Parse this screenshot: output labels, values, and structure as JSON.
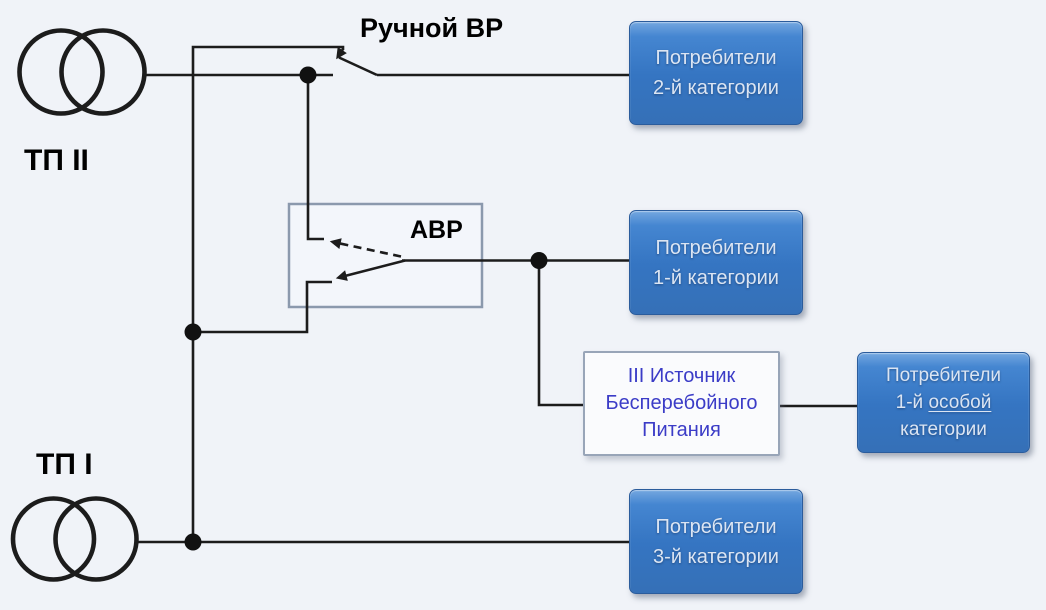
{
  "labels": {
    "tp_2": "ТП II",
    "tp_1": "ТП I",
    "manual_switch": "Ручной ВР",
    "avr": "АВР"
  },
  "boxes": {
    "consumers_cat2": {
      "line1": "Потребители",
      "line2": "2-й категории"
    },
    "consumers_cat1": {
      "line1": "Потребители",
      "line2": "1-й категории"
    },
    "consumers_cat3": {
      "line1": "Потребители",
      "line2": "3-й категории"
    },
    "ups": {
      "line1": "III Источник",
      "line2": "Бесперебойного",
      "line3": "Питания"
    },
    "consumers_cat1_special": {
      "line1": "Потребители",
      "line2_prefix": "1-й ",
      "line2_underlined": "особой",
      "line3": "категории"
    }
  },
  "icons": {
    "transformer_tp2": "transformer-icon",
    "transformer_tp1": "transformer-icon",
    "manual_switch": "knife-switch-icon",
    "avr_standby_path": "dashed-arrow-icon",
    "avr_active_path": "solid-arrow-icon",
    "junction": "junction-dot"
  },
  "colors": {
    "background": "#f0f3f8",
    "wire": "#1c1c1c",
    "consumer_box_top": "#74a7e0",
    "consumer_box_bottom": "#3570b7",
    "consumer_box_border": "#2b5c9c",
    "consumer_box_text": "#dbe5f3",
    "ups_box_background": "#fafbfd",
    "ups_box_border": "#98a5b8",
    "ups_text": "#3b3cc7",
    "avr_frame_border": "#8b99ad",
    "label_text": "#000000"
  }
}
